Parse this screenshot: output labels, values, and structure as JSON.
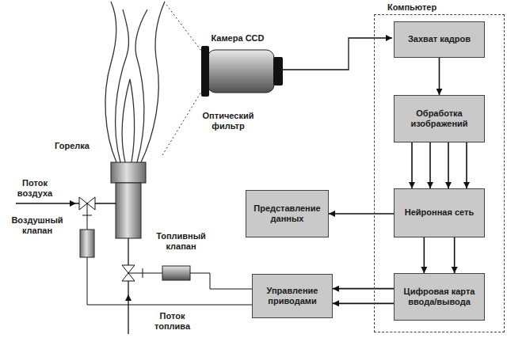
{
  "diagram": {
    "nodes": [
      {
        "text": [
          "Компьютер"
        ]
      },
      {
        "text": [
          "Захват кадров"
        ],
        "in": 0
      },
      {
        "text": [
          "Обработка изображений"
        ],
        "in": 0
      },
      {
        "text": [
          "Нейронная сеть"
        ],
        "in": 0
      },
      {
        "text": [
          "Цифровая карта ввода/вывода"
        ],
        "in": 0
      },
      {
        "text": [
          "Представление данных"
        ]
      },
      {
        "text": [
          "Управление приводами"
        ]
      }
    ],
    "edges": [
      {
        "from": 1,
        "to": 2,
        "arrow": "to"
      },
      {
        "from": 2,
        "to": 3,
        "arrow": "to"
      },
      {
        "from": 2,
        "to": 3,
        "arrow": "to"
      },
      {
        "from": 2,
        "to": 3,
        "arrow": "to"
      },
      {
        "from": 2,
        "to": 3,
        "arrow": "to"
      },
      {
        "from": 3,
        "to": 5,
        "arrow": "to"
      },
      {
        "from": 3,
        "to": 4,
        "arrow": "to"
      },
      {
        "from": 3,
        "to": 4,
        "arrow": "to"
      },
      {
        "from": 4,
        "to": 6,
        "arrow": "to"
      },
      {
        "from": 4,
        "to": 6,
        "arrow": "to"
      }
    ],
    "labels": [
      "Камера CCD",
      "Оптический фильтр",
      "Горелка",
      "Поток воздуха",
      "Воздушный клапан",
      "Топливный клапан",
      "Поток топлива"
    ]
  }
}
